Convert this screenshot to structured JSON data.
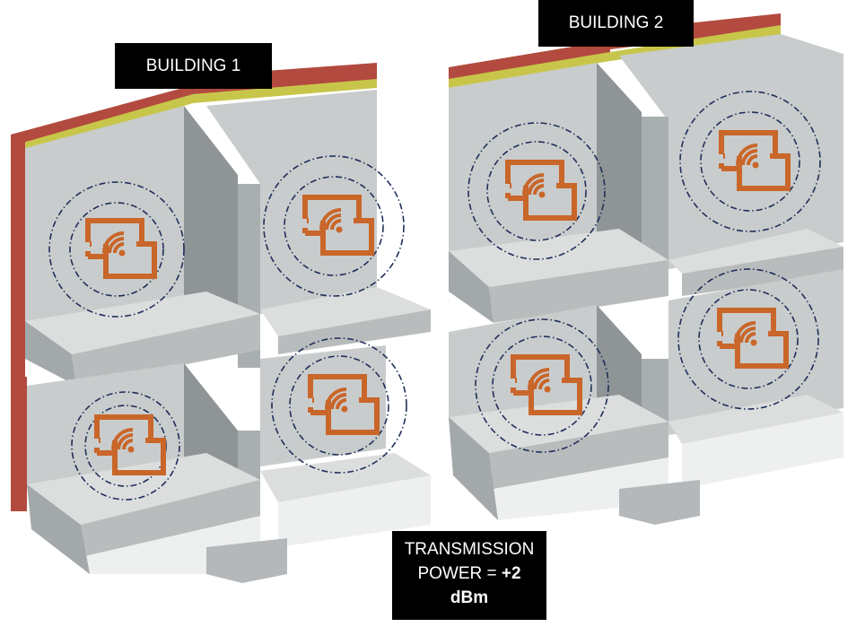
{
  "labels": {
    "building_1": "BUILDING 1",
    "building_2": "BUILDING 2",
    "tx_line1": "TRANSMISSION",
    "tx_line2": "POWER = ",
    "tx_value": "+2",
    "tx_unit": "dBm"
  },
  "colors": {
    "device": "#c9662a",
    "range_ring": "#1f2f5a",
    "slab_top": "#d4d6d6",
    "slab_edge": "#b9bcbd",
    "wall": "#c6c9ca",
    "wall_dark": "#8f9496",
    "brick": "#b24a3f",
    "insulation": "#c8c64a",
    "label_bg": "#000000",
    "label_text": "#ffffff"
  },
  "devices": [
    {
      "building": "building-1",
      "floor": "upper",
      "room": "left",
      "icon": "wireless-router-icon"
    },
    {
      "building": "building-1",
      "floor": "upper",
      "room": "right",
      "icon": "wireless-router-icon"
    },
    {
      "building": "building-1",
      "floor": "lower",
      "room": "left",
      "icon": "wireless-router-icon"
    },
    {
      "building": "building-1",
      "floor": "lower",
      "room": "right",
      "icon": "wireless-router-icon"
    },
    {
      "building": "building-2",
      "floor": "upper",
      "room": "left",
      "icon": "wireless-router-icon"
    },
    {
      "building": "building-2",
      "floor": "upper",
      "room": "right",
      "icon": "wireless-router-icon"
    },
    {
      "building": "building-2",
      "floor": "lower",
      "room": "left",
      "icon": "wireless-router-icon"
    },
    {
      "building": "building-2",
      "floor": "lower",
      "room": "right",
      "icon": "wireless-router-icon"
    }
  ]
}
